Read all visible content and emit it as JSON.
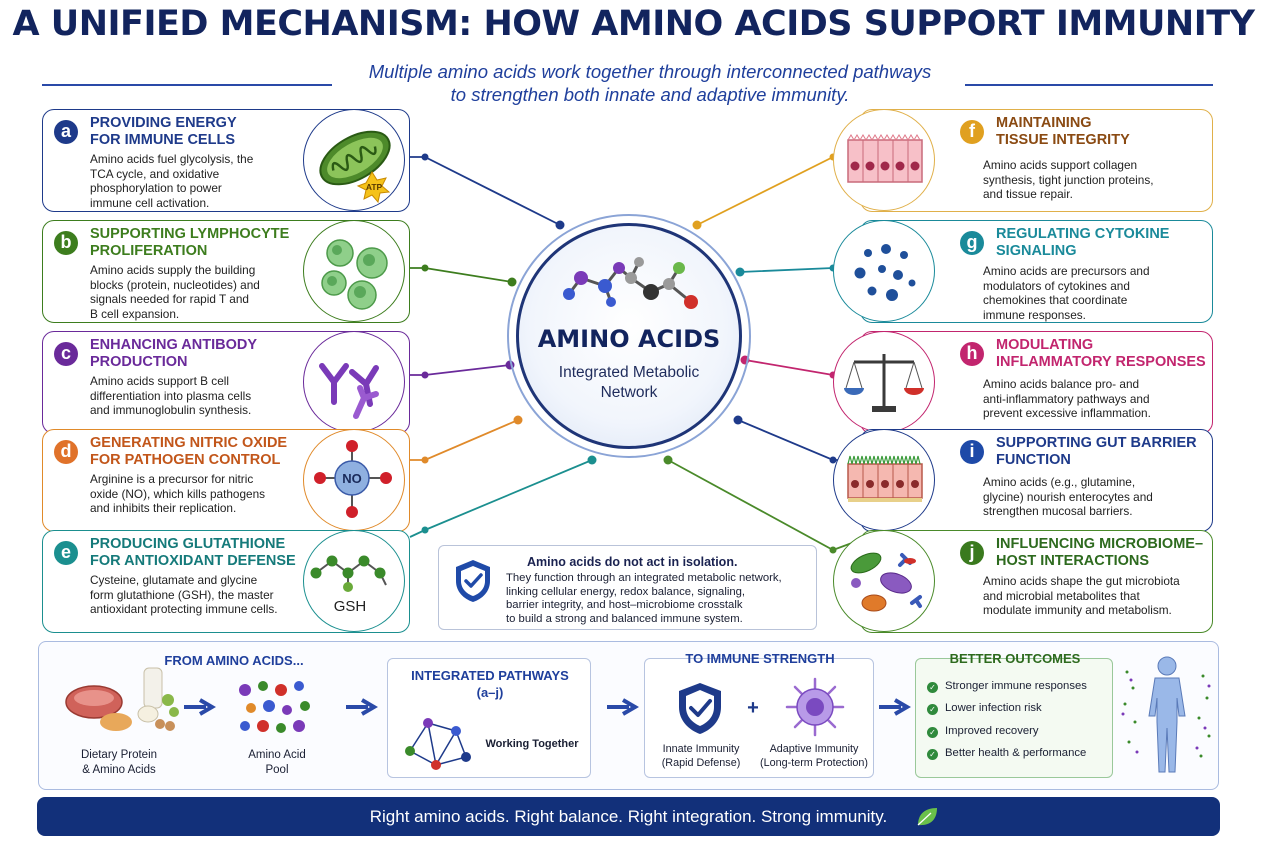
{
  "title": "A UNIFIED MECHANISM: HOW AMINO ACIDS SUPPORT IMMUNITY",
  "subtitle": "Multiple amino acids work together through interconnected pathways\nto strengthen both innate and adaptive immunity.",
  "hub": {
    "title": "AMINO ACIDS",
    "subtitle": "Integrated Metabolic\nNetwork"
  },
  "cards_left": [
    {
      "letter": "a",
      "title": "Providing energy\nfor immune cells",
      "desc": "Amino acids fuel glycolysis, the\nTCA cycle, and oxidative\nphosphorylation to power\nimmune cell activation.",
      "color": "#1e3a8a",
      "icon": "mitochondria-icon",
      "icon_label": "ATP"
    },
    {
      "letter": "b",
      "title": "Supporting lymphocyte\nproliferation",
      "desc": "Amino acids supply the building\nblocks (protein, nucleotides) and\nsignals needed for rapid T and\nB cell expansion.",
      "color": "#3d7d1e",
      "icon": "lymphocytes-icon"
    },
    {
      "letter": "c",
      "title": "Enhancing antibody\nproduction",
      "desc": "Amino acids support B cell\ndifferentiation into plasma cells\nand immunoglobulin synthesis.",
      "color": "#6a2a9a",
      "icon": "antibodies-icon"
    },
    {
      "letter": "d",
      "title": "Generating nitric oxide\nfor pathogen control",
      "desc": "Arginine is a precursor for nitric\noxide (NO), which kills pathogens\nand inhibits their replication.",
      "color": "#d6611a",
      "icon": "nitric-oxide-icon",
      "icon_label": "NO"
    },
    {
      "letter": "e",
      "title": "Producing glutathione\nfor antioxidant defense",
      "desc": "Cysteine, glutamate and glycine\nform glutathione (GSH), the master\nantioxidant protecting immune cells.",
      "color": "#1b8f8f",
      "icon": "glutathione-icon",
      "icon_label": "GSH"
    }
  ],
  "cards_right": [
    {
      "letter": "f",
      "title": "Maintaining\ntissue integrity",
      "desc": "Amino acids support collagen\nsynthesis, tight junction proteins,\nand tissue repair.",
      "color": "#8a4a12",
      "border": "#e0b04a",
      "icon": "tissue-cells-icon"
    },
    {
      "letter": "g",
      "title": "Regulating cytokine\nsignaling",
      "desc": "Amino acids are precursors and\nmodulators of cytokines and\nchemokines that coordinate\nimmune responses.",
      "color": "#1a8a9a",
      "icon": "cytokines-icon"
    },
    {
      "letter": "h",
      "title": "Modulating\ninflammatory responses",
      "desc": "Amino acids balance pro- and\nanti-inflammatory pathways and\nprevent excessive inflammation.",
      "color": "#c2256e",
      "icon": "balance-scale-icon"
    },
    {
      "letter": "i",
      "title": "Supporting gut barrier\nfunction",
      "desc": "Amino acids (e.g., glutamine,\nglycine) nourish enterocytes and\nstrengthen mucosal barriers.",
      "color": "#1e3a8a",
      "icon": "gut-barrier-icon"
    },
    {
      "letter": "j",
      "title": "Influencing microbiome–\nhost interactions",
      "desc": "Amino acids shape the gut microbiota\nand microbial metabolites that\nmodulate immunity and metabolism.",
      "color": "#2d6a1e",
      "icon": "microbes-icon"
    }
  ],
  "note": {
    "heading": "Amino acids do not act in isolation.",
    "body": "They function through an integrated metabolic network,\nlinking cellular energy, redox balance, signaling,\nbarrier integrity, and host–microbiome crosstalk\nto build a strong and balanced immune system."
  },
  "flow": {
    "from_heading": "FROM AMINO ACIDS...",
    "dietary_label": "Dietary Protein\n& Amino Acids",
    "pool_label": "Amino Acid\nPool",
    "pathways_heading": "INTEGRATED PATHWAYS\n(a–j)",
    "pathways_label": "Working Together",
    "immune_heading": "TO IMMUNE STRENGTH",
    "innate_label": "Innate Immunity\n(Rapid Defense)",
    "adaptive_label": "Adaptive Immunity\n(Long-term Protection)",
    "plus": "+",
    "outcomes_heading": "BETTER OUTCOMES",
    "outcomes": [
      "Stronger immune responses",
      "Lower infection risk",
      "Improved recovery",
      "Better health & performance"
    ]
  },
  "banner": "Right amino acids. Right balance. Right integration. Strong immunity."
}
